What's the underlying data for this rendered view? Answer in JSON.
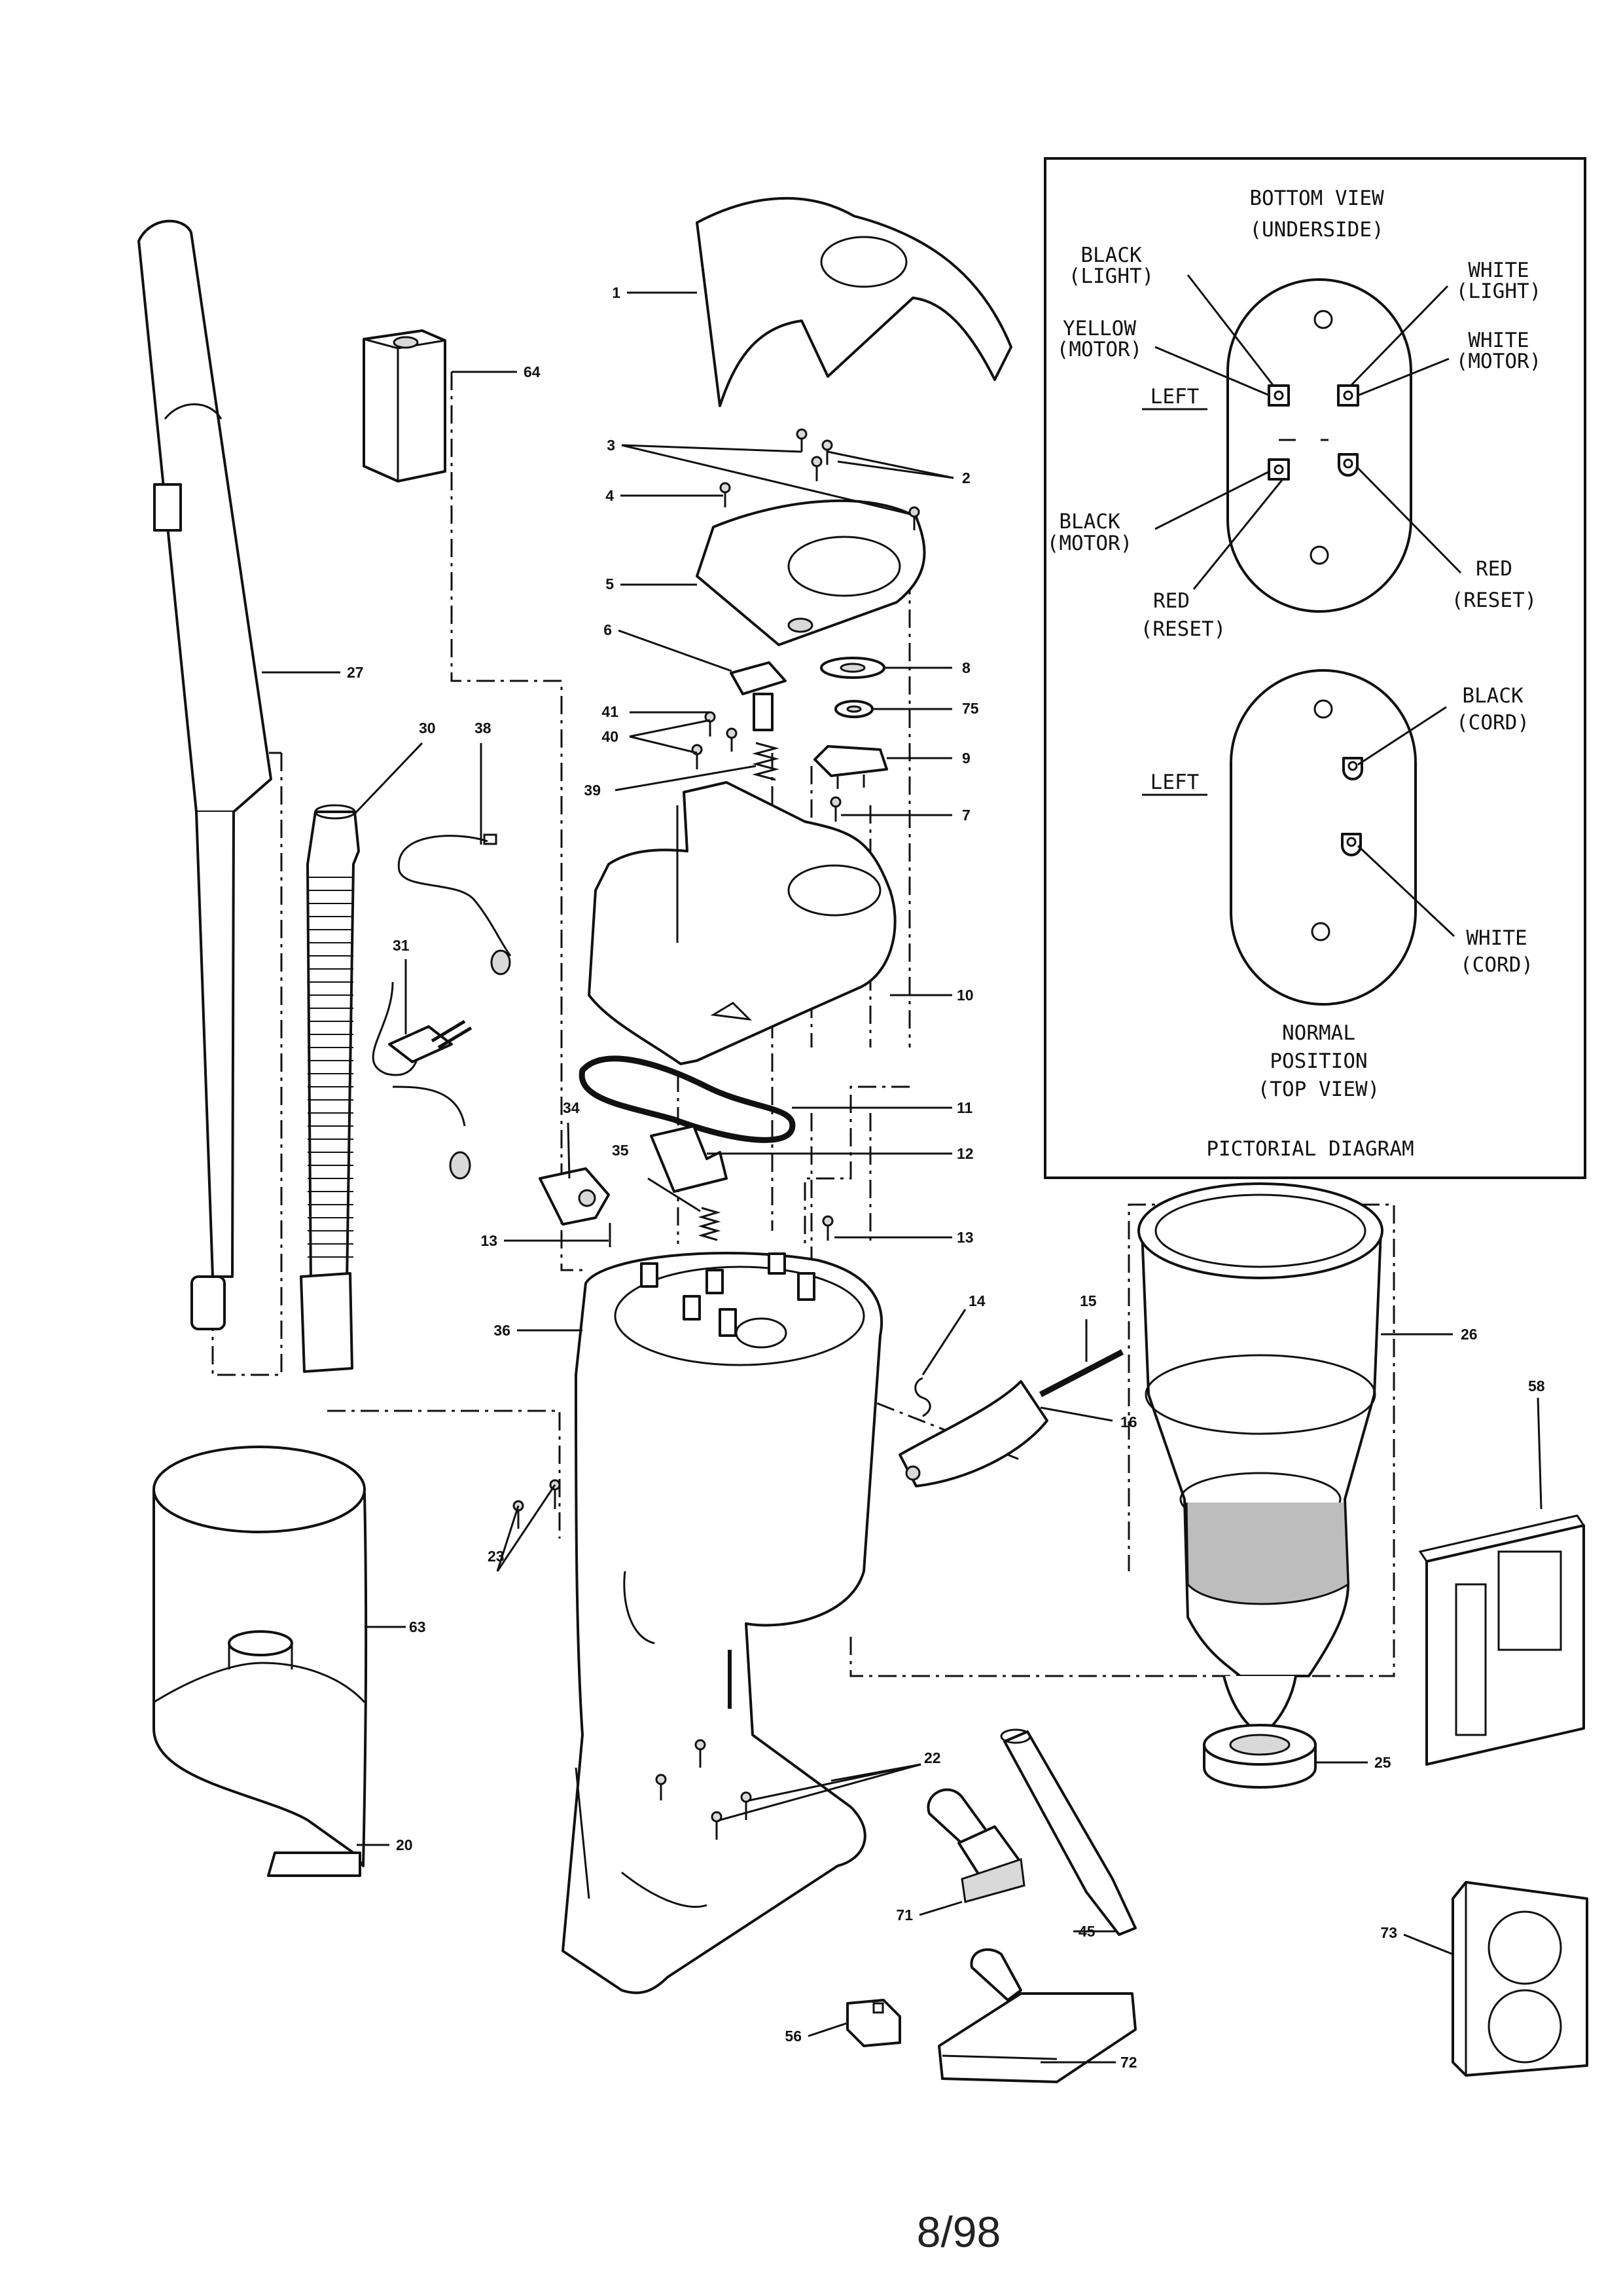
{
  "footer": {
    "page_code": "8/98"
  },
  "callouts": {
    "c1": "1",
    "c2": "2",
    "c3": "3",
    "c4": "4",
    "c5": "5",
    "c6": "6",
    "c7": "7",
    "c8": "8",
    "c9": "9",
    "c10": "10",
    "c11": "11",
    "c12": "12",
    "c13a": "13",
    "c13b": "13",
    "c14": "14",
    "c15": "15",
    "c16": "16",
    "c20": "20",
    "c22": "22",
    "c23": "23",
    "c25": "25",
    "c26": "26",
    "c27": "27",
    "c30": "30",
    "c31": "31",
    "c34": "34",
    "c35": "35",
    "c36": "36",
    "c38": "38",
    "c39": "39",
    "c40": "40",
    "c41": "41",
    "c45": "45",
    "c56": "56",
    "c58": "58",
    "c63": "63",
    "c64": "64",
    "c71": "71",
    "c72": "72",
    "c73": "73",
    "c75": "75"
  },
  "pictorial": {
    "bottom_title": "BOTTOM VIEW",
    "bottom_subtitle": "(UNDERSIDE)",
    "black_light_1": "BLACK",
    "black_light_2": "(LIGHT)",
    "white_light_1": "WHITE",
    "white_light_2": "(LIGHT)",
    "yellow_motor_1": "YELLOW",
    "yellow_motor_2": "(MOTOR)",
    "white_motor_1": "WHITE",
    "white_motor_2": "(MOTOR)",
    "left_bottom": "LEFT",
    "black_motor_1": "BLACK",
    "black_motor_2": "(MOTOR)",
    "red_reset_left_1": "RED",
    "red_reset_left_2": "(RESET)",
    "red_reset_right_1": "RED",
    "red_reset_right_2": "(RESET)",
    "black_cord_1": "BLACK",
    "black_cord_2": "(CORD)",
    "left_top": "LEFT",
    "white_cord_1": "WHITE",
    "white_cord_2": "(CORD)",
    "normal_1": "NORMAL",
    "normal_2": "POSITION",
    "normal_3": "(TOP VIEW)",
    "diagram_title": "PICTORIAL DIAGRAM"
  }
}
